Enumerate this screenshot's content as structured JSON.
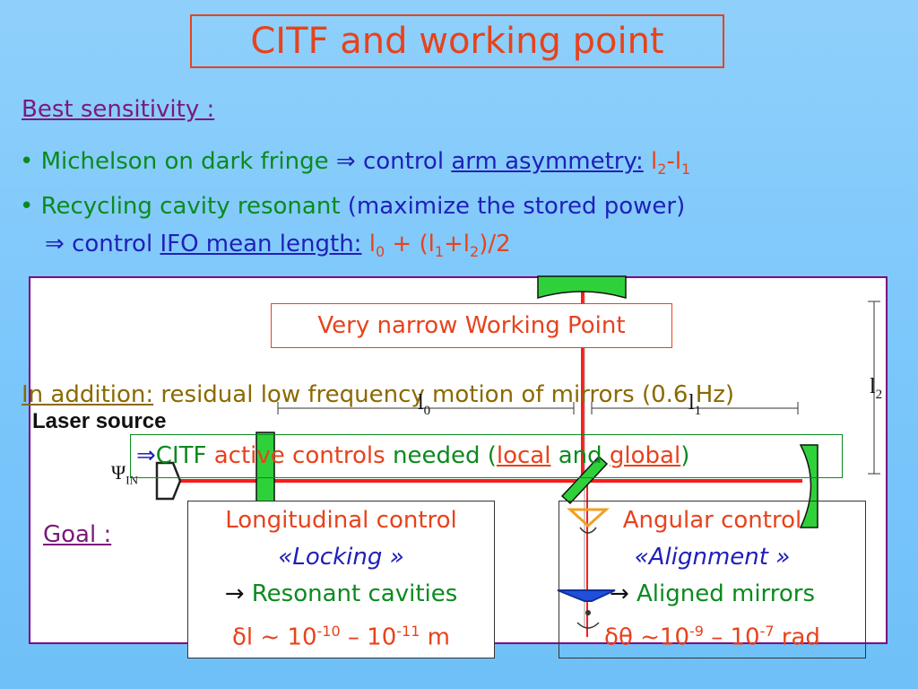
{
  "title": "CITF and working point",
  "best_sensitivity": "Best sensitivity :",
  "bullet1": {
    "bullet": "•",
    "text": "Michelson on dark fringe",
    "arrow": "⇒",
    "control": "control",
    "link": "arm asymmetry:",
    "formula_l2": "l",
    "sub2": "2",
    "dash": "-l",
    "sub1": "1"
  },
  "bullet2": {
    "bullet": "•",
    "text": "Recycling cavity resonant",
    "paren": "(maximize the stored power)",
    "arrow": "⇒",
    "control": "control",
    "link": "IFO mean length:",
    "l": "l",
    "sub0": "0",
    "plus": " + (l",
    "sub1": "1",
    "plus2": "+l",
    "sub2": "2",
    "tail": ")/2"
  },
  "working_point": "Very narrow Working Point",
  "in_addition": {
    "label": "In addition:",
    "text": " residual low frequency motion of mirrors (0.6 Hz)"
  },
  "diagram_labels": {
    "laser_source": "Laser source",
    "psi": "Ψ",
    "psi_sub": "IN",
    "l0": "l",
    "l0_sub": "0",
    "l1": "l",
    "l1_sub": "1",
    "l2": "l",
    "l2_sub": "2"
  },
  "citf": {
    "arrow": "⇒",
    "citf": "CITF",
    "active": "active controls",
    "needed": " needed (",
    "local": "local",
    "and": " and ",
    "global": "global",
    "close": ")"
  },
  "goal": "Goal :",
  "longitudinal": {
    "title": "Longitudinal control",
    "sub": "«Locking »",
    "arrow": "→",
    "result": " Resonant cavities",
    "delta": "δ",
    "l": "l ~ 10",
    "exp1": "-10",
    "dash": " – 10",
    "exp2": "-11",
    "unit": " m"
  },
  "angular": {
    "title": "Angular control",
    "sub": "«Alignment »",
    "arrow": "→",
    "result": " Aligned mirrors",
    "delta": "δθ",
    "approx": " ~10",
    "exp1": "-9",
    "dash": " – 10",
    "exp2": "-7",
    "unit": " rad"
  },
  "colors": {
    "title": "#e8421c",
    "green_text": "#0b8a1e",
    "blue_text": "#2020b8",
    "mirror": "#2fd13a",
    "beam": "#ff1a1a",
    "frame": "#800080"
  }
}
